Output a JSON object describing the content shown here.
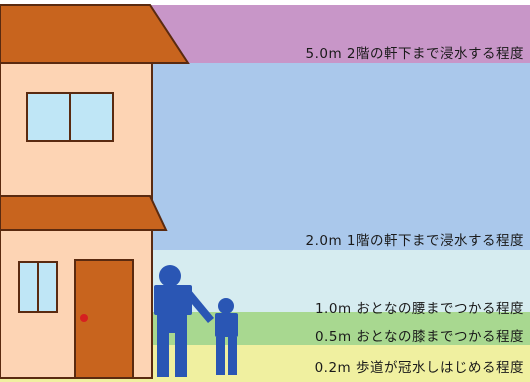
{
  "levels": [
    {
      "depth": "5.0m",
      "text": "2階の軒下まで浸水する程度",
      "color": "#c896c8"
    },
    {
      "depth": "2.0m",
      "text": "1階の軒下まで浸水する程度",
      "color": "#aac8eb"
    },
    {
      "depth": "1.0m",
      "text": "おとなの腰までつかる程度",
      "color": "#d6ecf0"
    },
    {
      "depth": "0.5m",
      "text": "おとなの膝までつかる程度",
      "color": "#a8d890"
    },
    {
      "depth": "0.2m",
      "text": "歩道が冠水しはじめる程度",
      "color": "#f0f0a0"
    }
  ],
  "colors": {
    "house_wall": "#fdd4b4",
    "roof": "#c8641e",
    "outline": "#5a2a10",
    "door": "#c8641e",
    "window": "#bfe6f6",
    "people": "#2a56b4"
  },
  "icons": [
    "house-icon",
    "adult-figure-icon",
    "child-figure-icon"
  ]
}
